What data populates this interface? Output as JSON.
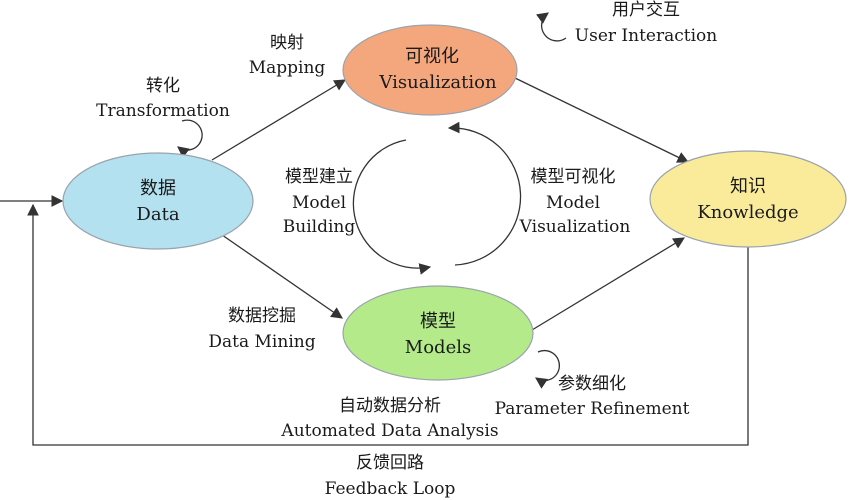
{
  "colors": {
    "visualization": "#f4a77d",
    "data": "#b3e1f0",
    "knowledge": "#faeb9a",
    "models": "#b4ea8a",
    "stroke": "#9aa3ad",
    "line": "#333333"
  },
  "nodes": {
    "visualization": {
      "zh": "可视化",
      "en": "Visualization"
    },
    "data": {
      "zh": "数据",
      "en": "Data"
    },
    "knowledge": {
      "zh": "知识",
      "en": "Knowledge"
    },
    "models": {
      "zh": "模型",
      "en": "Models"
    }
  },
  "edges": {
    "mapping": {
      "zh": "映射",
      "en": "Mapping"
    },
    "user_interaction": {
      "zh": "用户交互",
      "en": "User Interaction"
    },
    "transformation": {
      "zh": "转化",
      "en": "Transformation"
    },
    "model_building": {
      "zh": "模型建立",
      "en_1": "Model",
      "en_2": "Building"
    },
    "model_visualization": {
      "zh": "模型可视化",
      "en_1": "Model",
      "en_2": "Visualization"
    },
    "data_mining": {
      "zh": "数据挖掘",
      "en": "Data Mining"
    },
    "parameter_refinement": {
      "zh": "参数细化",
      "en": "Parameter Refinement"
    },
    "automated_analysis": {
      "zh": "自动数据分析",
      "en": "Automated Data Analysis"
    },
    "feedback_loop": {
      "zh": "反馈回路",
      "en": "Feedback Loop"
    }
  }
}
